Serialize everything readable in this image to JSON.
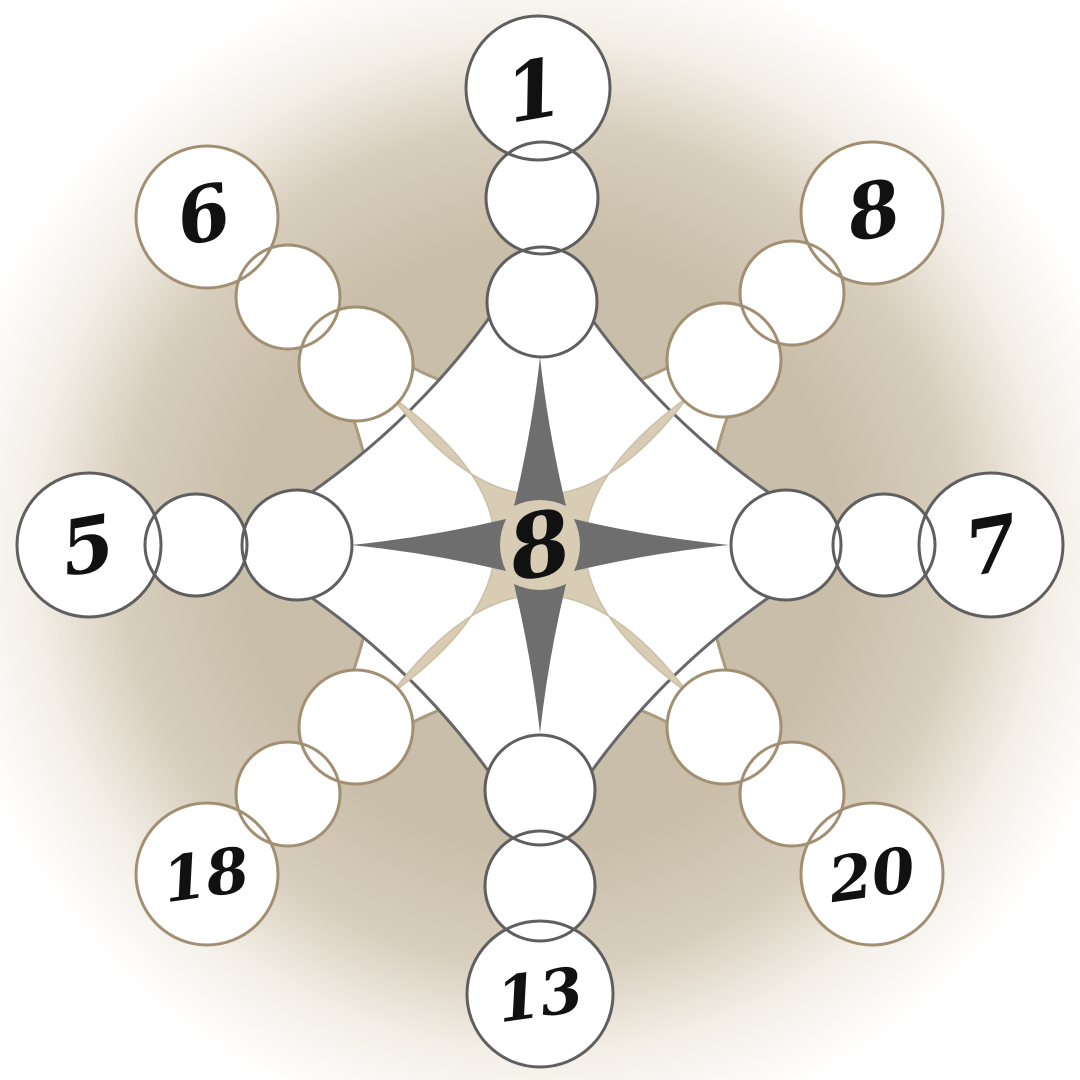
{
  "board": {
    "center_value": "8",
    "spokes": [
      {
        "position": "top",
        "label": "1",
        "cells": [
          "",
          ""
        ]
      },
      {
        "position": "top-right",
        "label": "8",
        "cells": [
          "",
          ""
        ]
      },
      {
        "position": "right",
        "label": "7",
        "cells": [
          "",
          ""
        ]
      },
      {
        "position": "bottom-right",
        "label": "20",
        "cells": [
          "",
          ""
        ]
      },
      {
        "position": "bottom",
        "label": "13",
        "cells": [
          "",
          ""
        ]
      },
      {
        "position": "bottom-left",
        "label": "18",
        "cells": [
          "",
          ""
        ]
      },
      {
        "position": "left",
        "label": "5",
        "cells": [
          "",
          ""
        ]
      },
      {
        "position": "top-left",
        "label": "6",
        "cells": [
          "",
          ""
        ]
      }
    ],
    "colors": {
      "gray_outline": "#5f5f5f",
      "tan_outline": "#a28f72",
      "blob_gray_outline": "#676767",
      "blob_tan_outline": "#ab9a7d",
      "center_star_fill": "#d8ccb5",
      "spike_fill": "#6e6e6e",
      "halo": "#c9bea9",
      "number_color": "#111111",
      "cell_fill": "#ffffff"
    }
  }
}
